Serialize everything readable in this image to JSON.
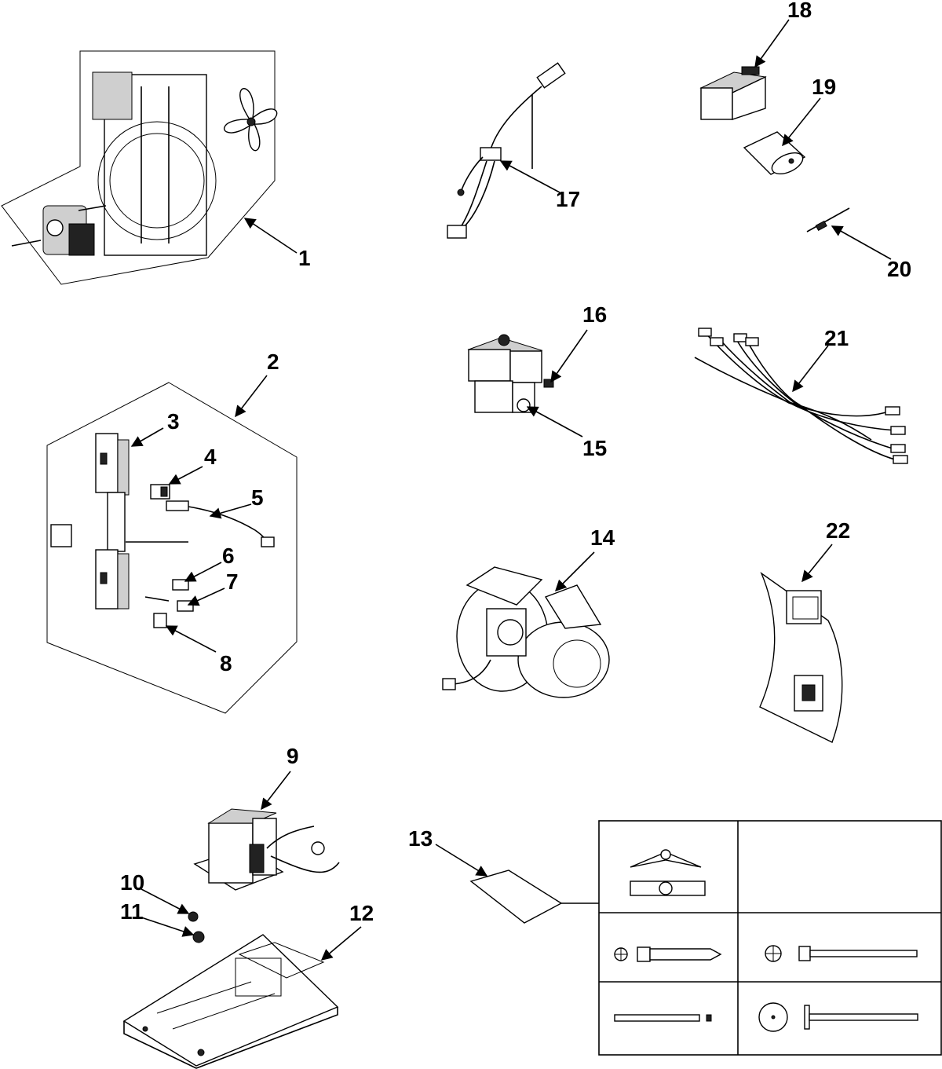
{
  "callouts": {
    "c1": "1",
    "c2": "2",
    "c3": "3",
    "c4": "4",
    "c5": "5",
    "c6": "6",
    "c7": "7",
    "c8": "8",
    "c9": "9",
    "c10": "10",
    "c11": "11",
    "c12": "12",
    "c13": "13",
    "c14": "14",
    "c15": "15",
    "c16": "16",
    "c17": "17",
    "c18": "18",
    "c19": "19",
    "c20": "20",
    "c21": "21",
    "c22": "22"
  },
  "colors": {
    "line": "#000000",
    "background": "#ffffff",
    "shade": "#cfcfcf"
  }
}
